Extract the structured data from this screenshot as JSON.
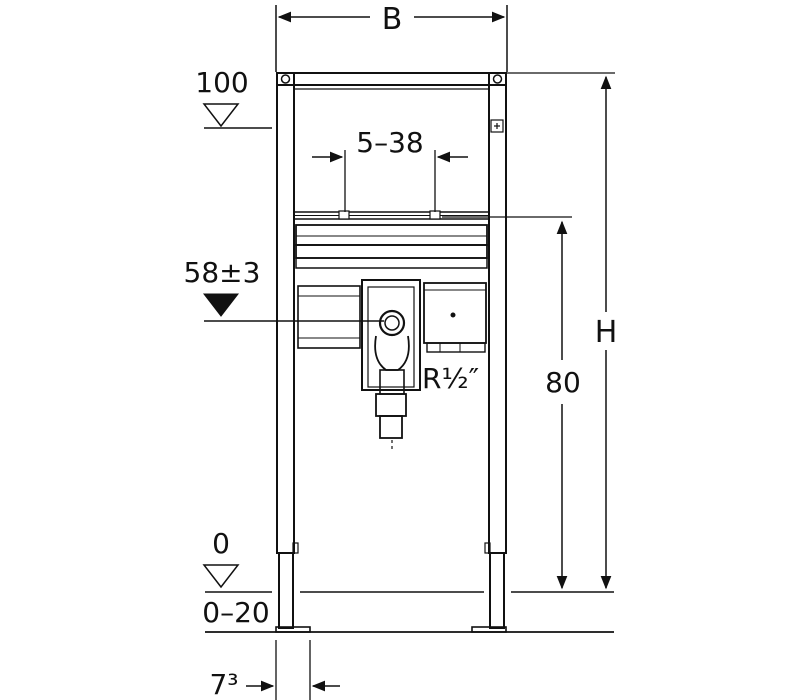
{
  "labels": {
    "width": "B",
    "height": "H",
    "top_level": "100",
    "drain_spacing": "5–38",
    "drain_height": "58±3",
    "thread": "R½″",
    "connection_height": "80",
    "floor_level": "0",
    "floor_adjust": "0–20",
    "foot_offset": "7³"
  },
  "colors": {
    "line": "#111111",
    "background": "#ffffff"
  }
}
